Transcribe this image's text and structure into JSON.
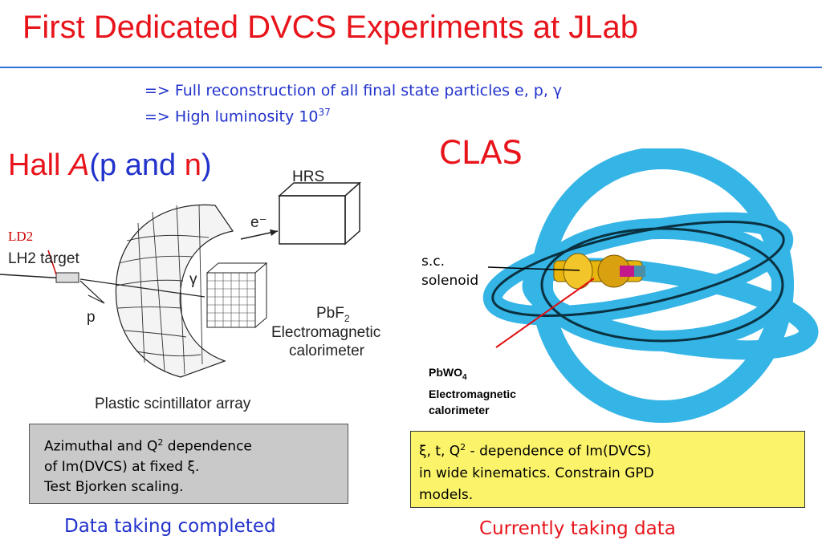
{
  "slide": {
    "title": "First Dedicated DVCS Experiments at JLab",
    "bullet1": "=> Full reconstruction of all final state particles e, p, γ",
    "bullet2_text": "=> High luminosity 10",
    "bullet2_exp": "37"
  },
  "hall_a": {
    "hall": "Hall ",
    "a": "A",
    "open": "(p and ",
    "n": "n",
    "close": ")",
    "figure": {
      "hrs": "HRS",
      "e_minus": "e⁻",
      "ld2": "LD2",
      "lh2": "LH2 target",
      "gamma": "γ",
      "p": "p",
      "pbf2": "PbF",
      "pbf2_sub": "2",
      "em1": "Electromagnetic",
      "em2": "calorimeter",
      "plastic": "Plastic scintillator array"
    },
    "box": {
      "line1_a": "Azimuthal and Q",
      "line1_sup": "2",
      "line1_b": " dependence",
      "line2": "of Im(DVCS) at fixed ξ.",
      "line3": "Test Bjorken scaling."
    },
    "status": "Data taking completed"
  },
  "clas": {
    "label": "CLAS",
    "sc1": "s.c.",
    "sc2": "solenoid",
    "pbwo": "PbWO",
    "pbwo_sub": "4",
    "em1": "Electromagnetic",
    "em2": "calorimeter",
    "box": {
      "line1_a": "ξ, t, Q",
      "line1_sup": "2",
      "line1_b": " - dependence of Im(DVCS)",
      "line2": "in wide kinematics. Constrain GPD",
      "line3": "models."
    },
    "status": "Currently taking data"
  },
  "colors": {
    "title_red": "#e8141b",
    "blue_text": "#2233cc",
    "rule_blue": "#2d73d8",
    "clas_cyan": "#35b4e6",
    "yellow_box": "#fbf46a",
    "gray_box": "#c9c9c9"
  }
}
